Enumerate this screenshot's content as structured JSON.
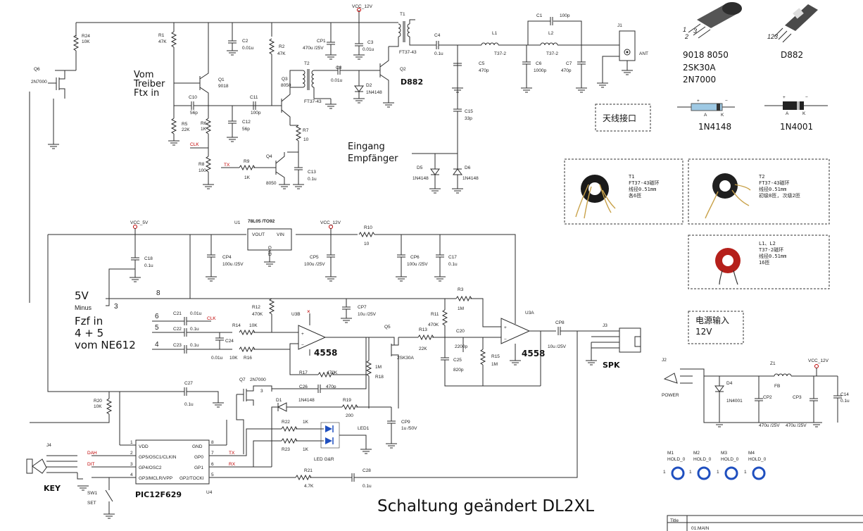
{
  "top": {
    "vcc12_top": "VCC_12V",
    "r24": [
      "R24",
      "10K"
    ],
    "q6": [
      "Q6",
      "2N7000"
    ],
    "r1": [
      "R1",
      "47K"
    ],
    "c2": [
      "C2",
      "0.01u"
    ],
    "r2": [
      "R2",
      "47K"
    ],
    "cp1": [
      "CP1",
      "470u /25V"
    ],
    "c3": [
      "C3",
      "0.01u"
    ],
    "t1": [
      "T1",
      "FT37-43"
    ],
    "c4": [
      "C4",
      "0.1u"
    ],
    "l1": [
      "L1",
      "T37-2"
    ],
    "c1": [
      "C1",
      "100p"
    ],
    "l2": [
      "L2",
      "T37-2"
    ],
    "j1": "J1",
    "ant": "ANT",
    "c5": [
      "C5",
      "470p"
    ],
    "c6": [
      "C6",
      "1000p"
    ],
    "c7": [
      "C7",
      "470p"
    ],
    "vom_treiber": [
      "Vom",
      "Treiber",
      "Ftx in"
    ],
    "q1": [
      "Q1",
      "9018"
    ],
    "c10": [
      "C10",
      "56p"
    ],
    "c11": [
      "C11",
      "100p"
    ],
    "q3": [
      "Q3",
      "8050"
    ],
    "t2": [
      "T2",
      "FT37-43"
    ],
    "c8": [
      "C8",
      "0.01u"
    ],
    "d2": [
      "D2",
      "1N4148"
    ],
    "q2": [
      "Q2",
      "D882"
    ],
    "r5": [
      "R5",
      "22K"
    ],
    "r6": [
      "R6",
      "1K"
    ],
    "c12": [
      "C12",
      "56p"
    ],
    "r7": [
      "R7",
      "10"
    ],
    "c15": [
      "C15",
      "33p"
    ],
    "clk": "CLK",
    "r8": [
      "R8",
      "100"
    ],
    "tx": "TX",
    "r9": [
      "R9",
      "1K"
    ],
    "q4": [
      "Q4",
      "8050"
    ],
    "c13": [
      "C13",
      "0.1u"
    ],
    "eingang": [
      "Eingang",
      "Empfänger"
    ],
    "d5": [
      "D5",
      "1N4148"
    ],
    "d6": [
      "D6",
      "1N4148"
    ]
  },
  "parts_legend": {
    "to92_label": [
      "9018  8050",
      "2SK30A",
      "2N7000"
    ],
    "to126_label": "D882",
    "pins_left": [
      "1",
      "2",
      "3"
    ],
    "pins_right": "123",
    "antenna_box": "天线接口",
    "d_small": "1N4148",
    "d_big": "1N4001",
    "t1_box": [
      "T1",
      "FT37-43磁环",
      "线径0.51mm",
      "各6匝"
    ],
    "t2_box": [
      "T2",
      "FT37-43磁环",
      "线径0.51mm",
      "初级8匝, 次级2匝"
    ],
    "l_box": [
      "L1、L2",
      "T37-2磁环",
      "线径0.51mm",
      "16匝"
    ],
    "power_box": [
      "电源输入",
      "12V"
    ]
  },
  "mid": {
    "vcc5": "VCC_5V",
    "u1": [
      "U1",
      "78L05 /TO92"
    ],
    "vout": "VOUT",
    "vin": "VIN",
    "gnd": "GND",
    "vcc12": "VCC_12V",
    "r10": [
      "R10",
      "10"
    ],
    "c18": [
      "C18",
      "0.1u"
    ],
    "cp4": [
      "CP4",
      "100u /25V"
    ],
    "cp5": [
      "CP5",
      "100u /25V"
    ],
    "cp6": [
      "CP6",
      "100u /25V"
    ],
    "c17": [
      "C17",
      "0.1u"
    ],
    "v5": "5V",
    "minus": "Minus",
    "n8": "8",
    "n3": "3",
    "r3": [
      "R3",
      "1M"
    ],
    "fzf": [
      "Fzf in",
      "4 + 5",
      "vom NE612"
    ],
    "n6": "6",
    "n5": "5",
    "n4": "4",
    "c21": [
      "C21",
      "0.01u"
    ],
    "c22": [
      "C22",
      "0.1u"
    ],
    "c23": [
      "C23",
      "0.1u"
    ],
    "r12": [
      "R12",
      "470K"
    ],
    "u3b": "U3B",
    "cp7": [
      "CP7",
      "10u /25V"
    ],
    "r11": [
      "R11",
      "470K"
    ],
    "u3a": "U3A",
    "cp8": [
      "CP8",
      "10u /25V"
    ],
    "j3": "J3",
    "spk": "SPK",
    "r14": [
      "R14",
      "10K"
    ],
    "c24": [
      "C24",
      "0.01u"
    ],
    "r16": [
      "R16",
      "10K"
    ],
    "op1": "4558",
    "op2": "4558",
    "q5": [
      "Q5",
      "2SK30A"
    ],
    "r13": [
      "R13",
      "22K"
    ],
    "c20": [
      "C20",
      "2200p"
    ],
    "c25": [
      "C25",
      "820p"
    ],
    "r15": [
      "R15",
      "1M"
    ],
    "r17": [
      "R17",
      "470K"
    ],
    "r18": [
      "R18",
      "1M"
    ],
    "c26": [
      "C26",
      "470p"
    ],
    "q7": [
      "Q7",
      "2N7000"
    ],
    "c27": [
      "C27",
      "0.1u"
    ]
  },
  "bottom": {
    "r20": [
      "R20",
      "10K"
    ],
    "d1": [
      "D1",
      "1N4148"
    ],
    "r19": [
      "R19",
      "200"
    ],
    "r22": [
      "R22",
      "1K"
    ],
    "r23": [
      "R23",
      "1K"
    ],
    "led": [
      "LED1",
      "LED G&R"
    ],
    "cp9": [
      "CP9",
      "1u /50V"
    ],
    "j4": "J4",
    "dah": "DAH",
    "dit": "DIT",
    "key": "KEY",
    "sw1": [
      "SW1",
      "SET"
    ],
    "pic_pins_l": [
      "VDD",
      "GP5/OSC1/CLKIN",
      "GP4/OSC2",
      "GP3/MCLR/VPP"
    ],
    "pic_pins_r": [
      "GND",
      "GP0",
      "GP1",
      "GP2/TOCKI"
    ],
    "pic_nums_l": [
      "1",
      "2",
      "3",
      "4"
    ],
    "pic_nums_r": [
      "8",
      "7",
      "6",
      "5"
    ],
    "pic_tx": "TX",
    "pic_rx": "RX",
    "pic": "PIC12F629",
    "u4": "U4",
    "r21": [
      "R21",
      "4.7K"
    ],
    "c28": [
      "C28",
      "0.1u"
    ],
    "credit": "Schaltung geändert DL2XL"
  },
  "power": {
    "j2": "J2",
    "power": "POWER",
    "z1": [
      "Z1",
      "FB"
    ],
    "vcc12": "VCC_12V",
    "d4": [
      "D4",
      "1N4001"
    ],
    "cp2": [
      "CP2",
      "470u /25V"
    ],
    "cp3": [
      "CP3",
      "470u /25V"
    ],
    "c14": [
      "C14",
      "0.1u"
    ]
  },
  "mounts": {
    "labels": [
      "M1",
      "M2",
      "M3",
      "M4"
    ],
    "sub": "HOLD_0",
    "one": "1"
  },
  "title_block": {
    "title": "Title",
    "doc": "01.MAIN"
  }
}
